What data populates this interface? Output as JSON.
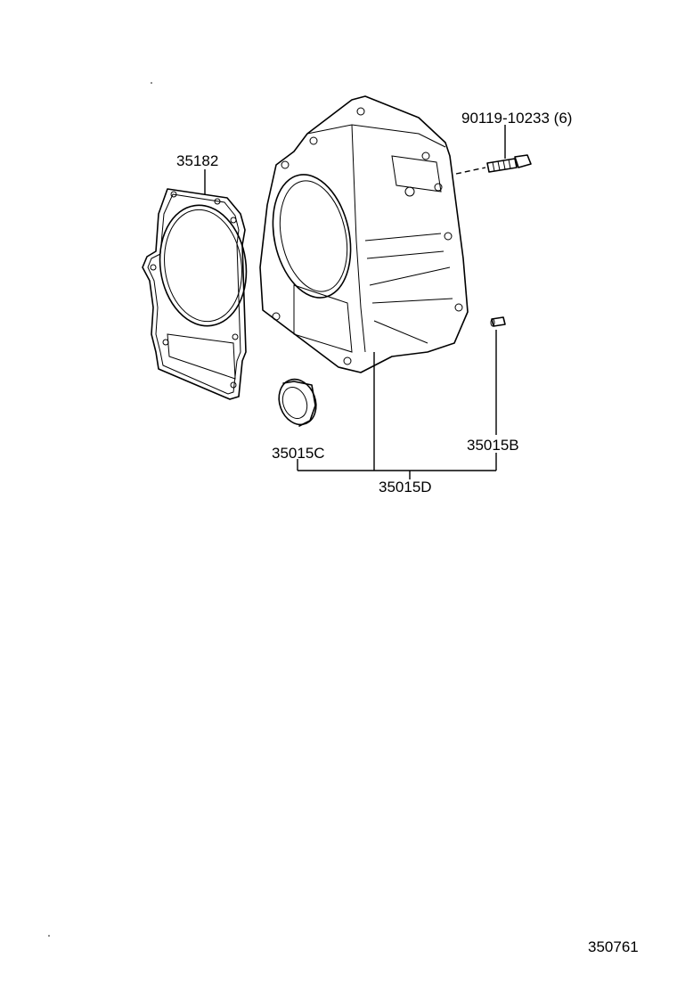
{
  "callouts": {
    "gasket": "35182",
    "bolt": "90119-10233 (6)",
    "oil_seal": "35015C",
    "pin": "35015B",
    "housing_assembly": "35015D"
  },
  "figure_id": "350761"
}
